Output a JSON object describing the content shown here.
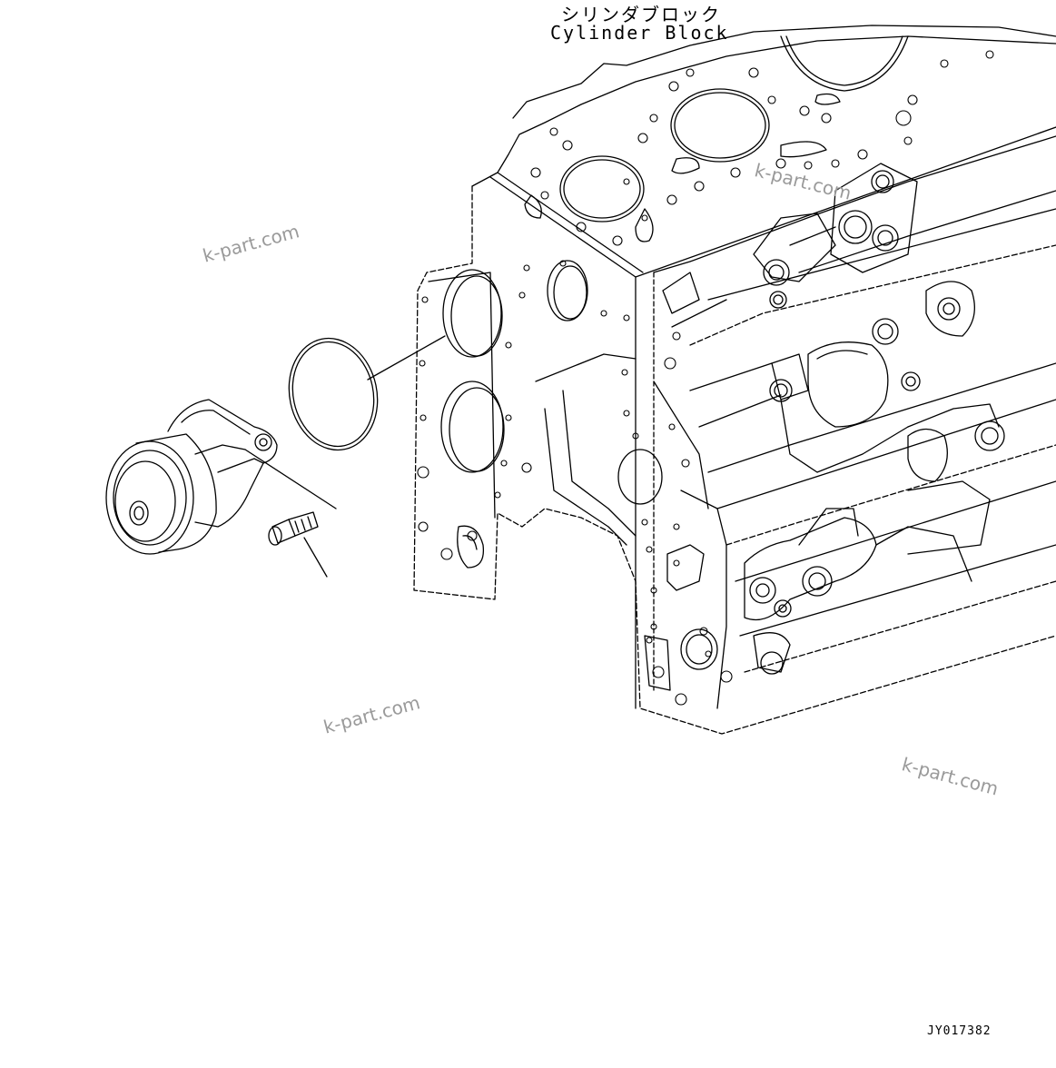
{
  "labels": {
    "cylinder_block_jp": "シリンダブロック",
    "cylinder_block_en": "Cylinder Block",
    "drawing_code": "JY017382"
  },
  "watermarks": [
    "k-part.com",
    "k-part.com",
    "k-part.com",
    "k-part.com"
  ]
}
